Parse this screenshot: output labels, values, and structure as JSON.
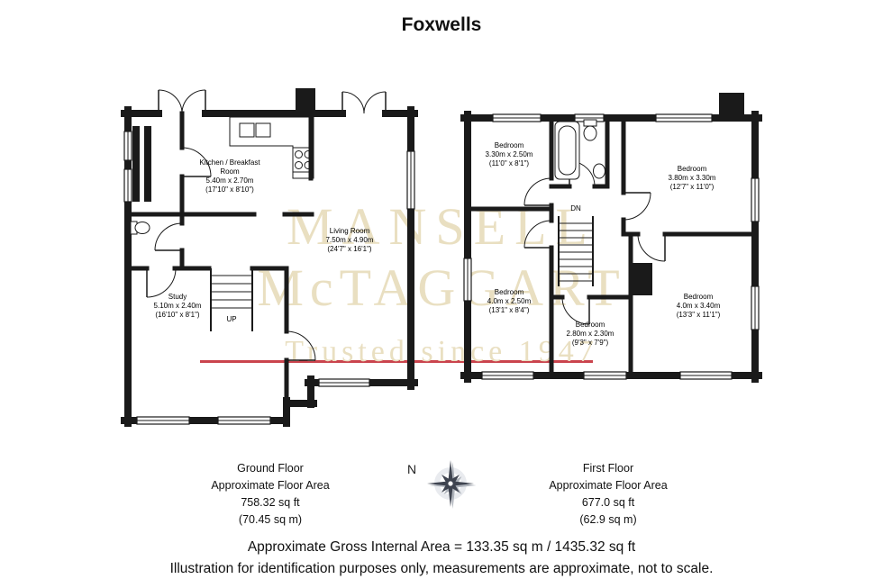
{
  "title": "Foxwells",
  "watermark": {
    "line1": "MANSELL",
    "line2": "McTAGGART",
    "tagline": "Trusted since 1947"
  },
  "ground_floor": {
    "stairs_label": "UP",
    "rooms": {
      "kitchen": {
        "name": "Kitchen / Breakfast Room",
        "metric": "5.40m x 2.70m",
        "imperial": "(17'10\" x 8'10\")"
      },
      "living_room": {
        "name": "Living Room",
        "metric": "7.50m x 4.90m",
        "imperial": "(24'7\" x 16'1\")"
      },
      "study": {
        "name": "Study",
        "metric": "5.10m x 2.40m",
        "imperial": "(16'10\" x 8'1\")"
      }
    },
    "summary": {
      "name": "Ground Floor",
      "area_label": "Approximate Floor Area",
      "sqft": "758.32 sq ft",
      "sqm": "(70.45 sq m)"
    }
  },
  "first_floor": {
    "stairs_label": "DN",
    "rooms": {
      "bedroom_top_left": {
        "name": "Bedroom",
        "metric": "3.30m x 2.50m",
        "imperial": "(11'0\" x 8'1\")"
      },
      "bedroom_top_right": {
        "name": "Bedroom",
        "metric": "3.80m x 3.30m",
        "imperial": "(12'7\" x 11'0\")"
      },
      "bedroom_mid_left": {
        "name": "Bedroom",
        "metric": "4.0m x 2.50m",
        "imperial": "(13'1\" x 8'4\")"
      },
      "bedroom_bottom_middle": {
        "name": "Bedroom",
        "metric": "2.80m x 2.30m",
        "imperial": "(9'3\" x 7'9\")"
      },
      "bedroom_bottom_right": {
        "name": "Bedroom",
        "metric": "4.0m x 3.40m",
        "imperial": "(13'3\" x 11'1\")"
      }
    },
    "summary": {
      "name": "First Floor",
      "area_label": "Approximate Floor Area",
      "sqft": "677.0 sq ft",
      "sqm": "(62.9 sq m)"
    }
  },
  "compass": {
    "north_label": "N"
  },
  "footer": {
    "gross_area": "Approximate Gross Internal Area = 133.35 sq m / 1435.32 sq ft",
    "disclaimer": "Illustration for identification purposes only, measurements are approximate, not to scale."
  },
  "colors": {
    "wall": "#1a1a1a",
    "watermark": "#e9dfc1",
    "watermark_line": "#c1232e"
  }
}
